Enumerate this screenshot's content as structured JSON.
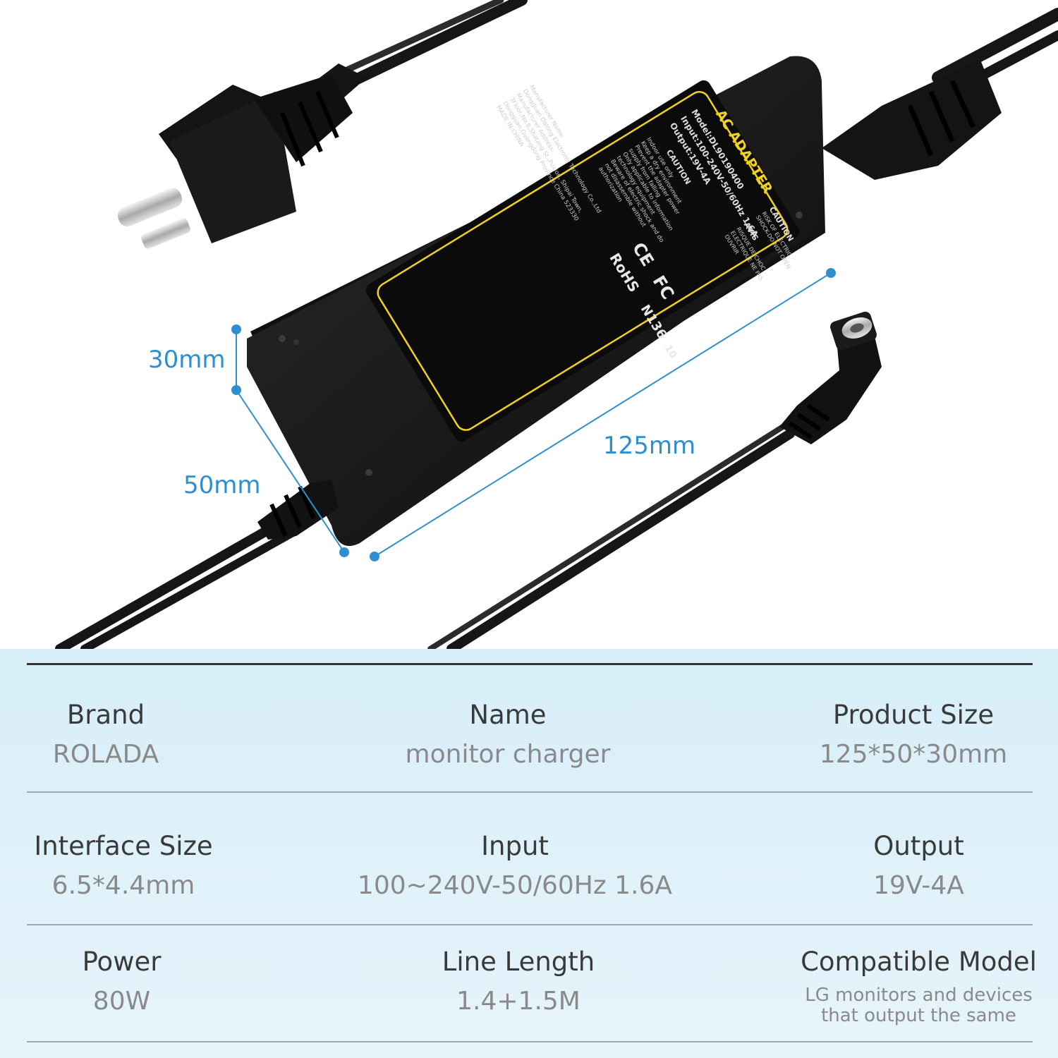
{
  "label": {
    "title": "AC ADAPTER",
    "model": "Model:DL90190400",
    "input": "Input:100-240V-50/60Hz  1.6A",
    "output": "Output:19V-4A",
    "caution": "CAUTION",
    "caution_text": [
      "Indoor use only",
      "Keep a dry environment",
      "Prevent the adapter power",
      "supply from falling",
      "Only applicable to information",
      "technology equipment",
      "Beware of electric shock and do",
      "not disassemble without",
      "authorization"
    ],
    "caution2": "CAUTION",
    "caution2_text": [
      "RISK OF ELECTRIC",
      "SHOCK-DO NOT OPEN"
    ],
    "avis": "AVIS",
    "avis_text": [
      "RISQUE DE CHOC",
      "ELECTRIQUE NE PAS",
      "OUVRIR"
    ],
    "cert_ce": "CE",
    "cert_fc": "FC",
    "cert_rohs": "RoHS",
    "cert_n136": "N136",
    "cert_10": "10",
    "manufacturer": [
      "Manufacturer Name:",
      "Dongguan Dalong Electronic Technology Co.,Ltd",
      "Manufacturer Address:",
      "3Floor,No.8,Shatang St.,Puxion, Shipai Town,",
      "Dongguan,Guangdong Province China 523330",
      "MADE IN CHINA"
    ]
  },
  "dimensions": {
    "height": "30mm",
    "width": "50mm",
    "length": "125mm"
  },
  "specs": {
    "brand": {
      "label": "Brand",
      "value": "ROLADA"
    },
    "name": {
      "label": "Name",
      "value": "monitor charger"
    },
    "product_size": {
      "label": "Product Size",
      "value": "125*50*30mm"
    },
    "interface_size": {
      "label": "Interface Size",
      "value": "6.5*4.4mm"
    },
    "input": {
      "label": "Input",
      "value": "100~240V-50/60Hz 1.6A"
    },
    "output": {
      "label": "Output",
      "value": "19V-4A"
    },
    "power": {
      "label": "Power",
      "value": "80W"
    },
    "line_length": {
      "label": "Line Length",
      "value": "1.4+1.5M"
    },
    "compatible_model": {
      "label": "Compatible Model",
      "value_line1": "LG monitors and devices",
      "value_line2": "that output the same"
    }
  },
  "colors": {
    "accent": "#2e8fd0",
    "label_yellow": "#f2d21b",
    "adapter_black": "#141414",
    "panel_bg": "#dcf0fa"
  }
}
